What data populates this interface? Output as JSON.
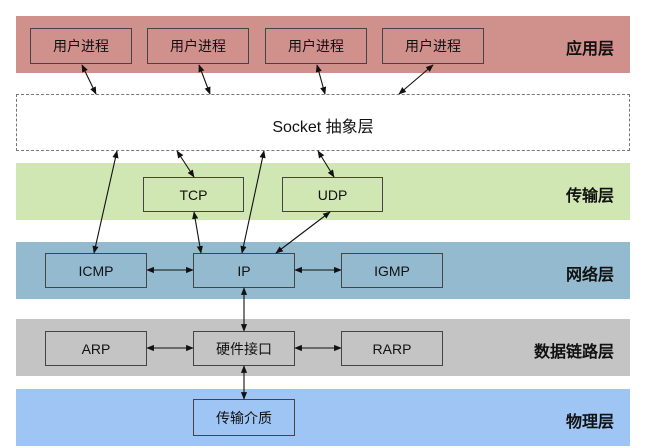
{
  "layers": {
    "application": {
      "name": "应用层",
      "processes": [
        "用户进程",
        "用户进程",
        "用户进程",
        "用户进程"
      ]
    },
    "socket": {
      "name": "Socket 抽象层"
    },
    "transport": {
      "name": "传输层",
      "tcp": "TCP",
      "udp": "UDP"
    },
    "network": {
      "name": "网络层",
      "icmp": "ICMP",
      "ip": "IP",
      "igmp": "IGMP"
    },
    "datalink": {
      "name": "数据链路层",
      "arp": "ARP",
      "hw_interface": "硬件接口",
      "rarp": "RARP"
    },
    "physical": {
      "name": "物理层",
      "medium": "传输介质"
    }
  },
  "colors": {
    "application": "#d0918d",
    "transport": "#d1e7b3",
    "network": "#94bad0",
    "datalink": "#c4c4c4",
    "physical": "#9fc5f5",
    "box_border": "#444444",
    "arrow": "#111111"
  }
}
